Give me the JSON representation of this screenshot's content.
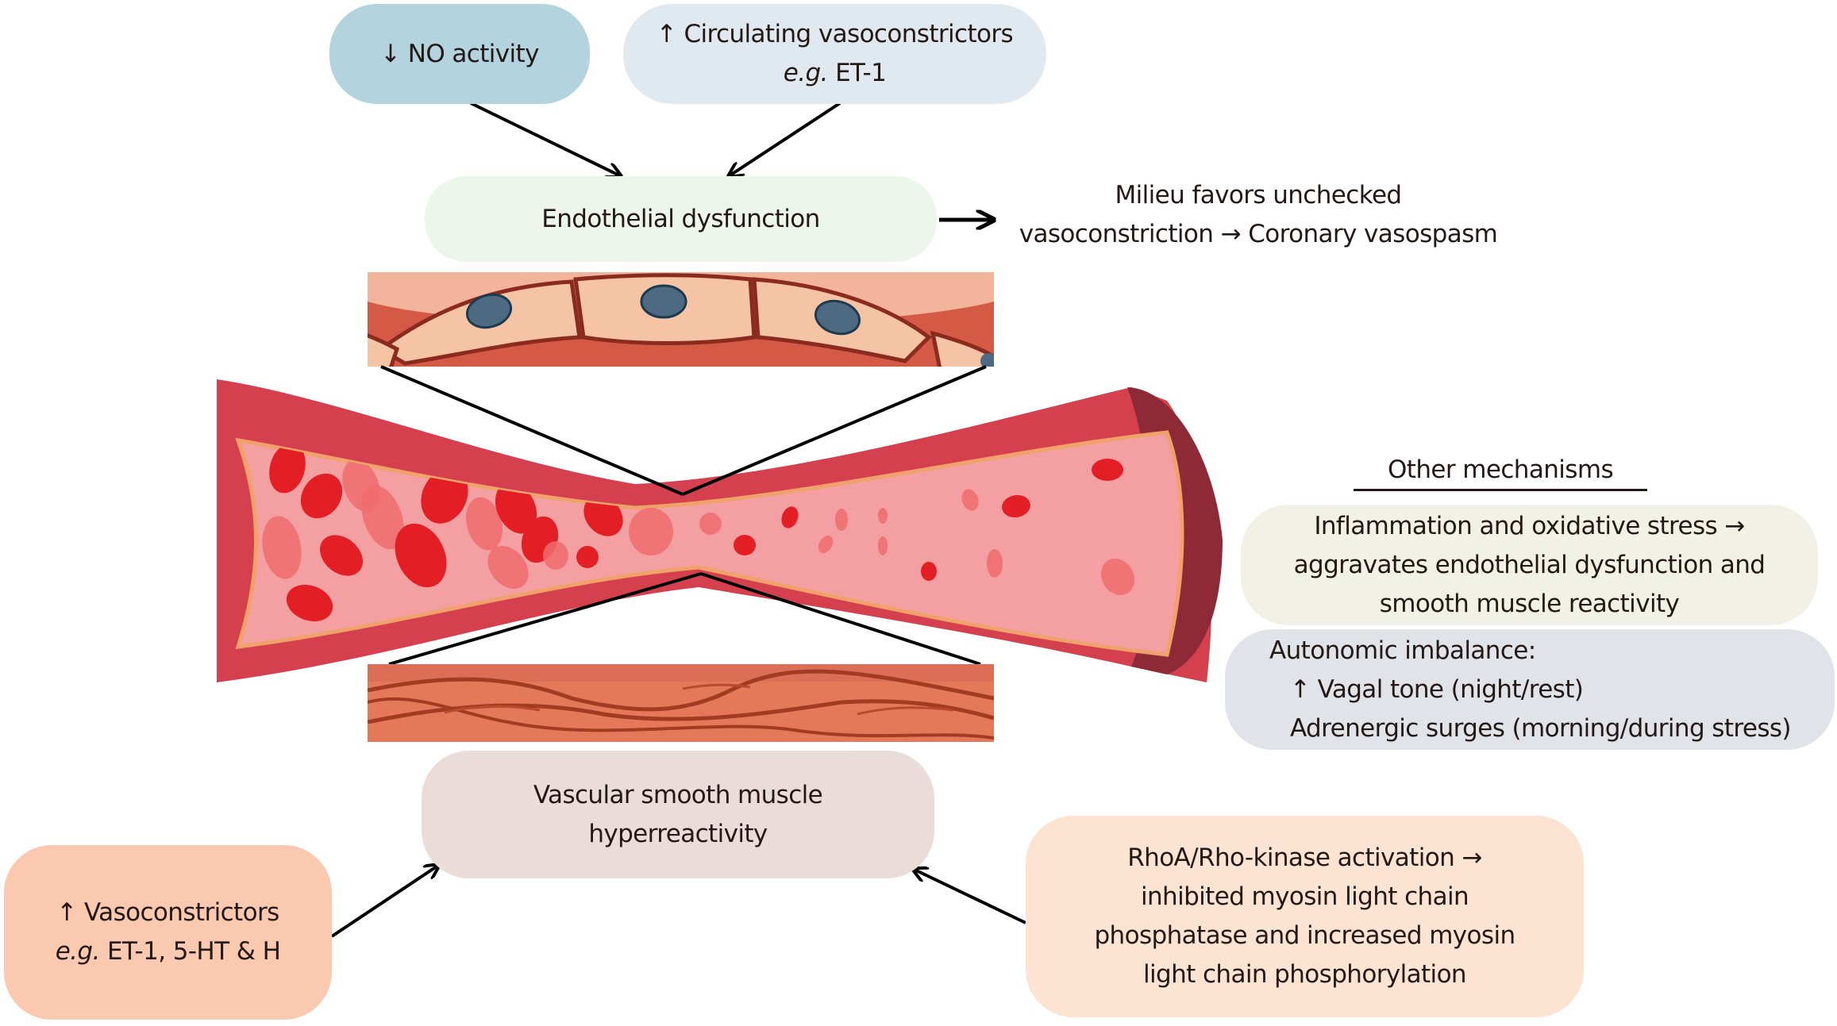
{
  "diagram": {
    "top_inputs": {
      "no_activity": {
        "arrow": "↓",
        "label": "NO activity"
      },
      "circulating": {
        "arrow": "↑",
        "label": "Circulating vasoconstrictors",
        "eg": "e.g.",
        "example": "ET-1"
      }
    },
    "endothelial": {
      "label": "Endothelial dysfunction"
    },
    "outcome": {
      "line1": "Milieu favors unchecked",
      "line2": "vasoconstriction → Coronary vasospasm"
    },
    "illustration": {
      "endothelial_inset": "endothelial-cell-layer",
      "vessel": "constricted-coronary-artery",
      "smooth_muscle_inset": "smooth-muscle-layer"
    },
    "vsm": {
      "line1": "Vascular smooth muscle",
      "line2": "hyperreactivity"
    },
    "vasoconstrictors": {
      "arrow": "↑",
      "label": "Vasoconstrictors",
      "eg": "e.g.",
      "example": "ET-1, 5-HT & H"
    },
    "rhoa": {
      "line1": "RhoA/Rho-kinase activation →",
      "line2": "inhibited myosin light chain",
      "line3": "phosphatase and increased myosin",
      "line4": "light chain phosphorylation"
    },
    "other_mechanisms": {
      "title": "Other mechanisms",
      "inflammation": {
        "line1": "Inflammation and oxidative stress →",
        "line2": "aggravates endothelial dysfunction and",
        "line3": "smooth muscle reactivity"
      },
      "autonomic": {
        "line1": "Autonomic imbalance:",
        "line2": "↑ Vagal tone (night/rest)",
        "line3": "Adrenergic surges (morning/during stress)"
      }
    },
    "colors": {
      "no_activity_bg": "#b3d4df",
      "circulating_bg": "#e1e9f0",
      "endothelial_bg": "#edf6eb",
      "vsm_bg": "#eaddd9",
      "vasoconstrictors_bg": "#fbc8b0",
      "rhoa_bg": "#fde3d2",
      "inflammation_bg": "#f1f1e6",
      "autonomic_bg": "#e0e4e8",
      "vessel_wall": "#d4404e",
      "vessel_lumen": "#f4a0a3",
      "rbc": "#e31e24"
    }
  }
}
